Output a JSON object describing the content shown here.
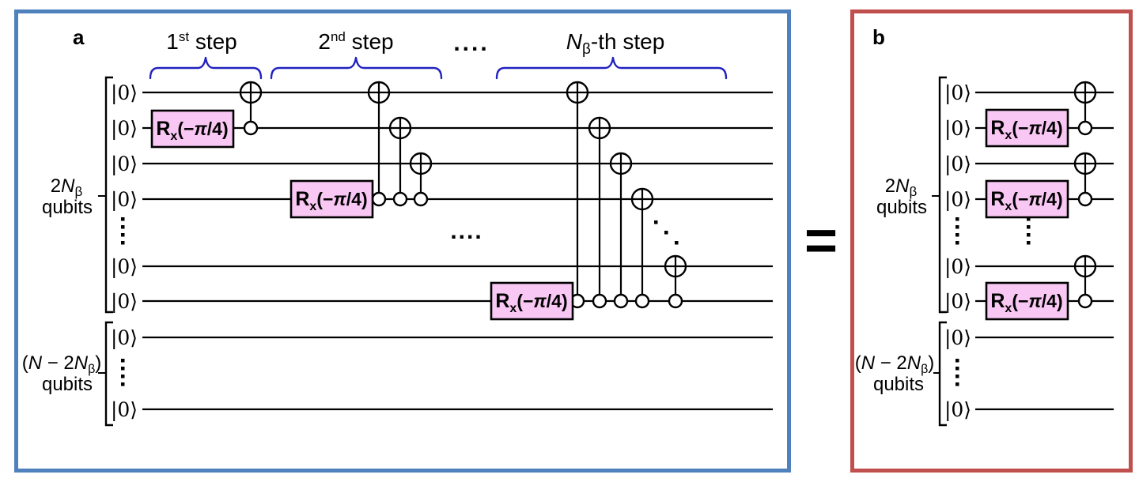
{
  "colors": {
    "panel_a_border": "#4f81bd",
    "panel_b_border": "#c0504d",
    "annotation_blue": "#2222c0",
    "gate_fill": "#f9c7f3"
  },
  "panel_a": {
    "label": "a",
    "steps": {
      "s1": {
        "num": "1",
        "sup": "st",
        "rest": " step"
      },
      "s2": {
        "num": "2",
        "sup": "nd",
        "rest": " step"
      },
      "ellipsis": "....",
      "sN": {
        "n": "N",
        "sub": "β",
        "rest": "-th step"
      }
    },
    "circuit_ellipsis": "...."
  },
  "panel_b": {
    "label": "b"
  },
  "equals": "=",
  "ket": "|0⟩",
  "gate": {
    "r": "R",
    "sub": "x",
    "open": "(−",
    "pi": "π",
    "close": "/4)"
  },
  "qubit_groups": {
    "top": {
      "pre": "2",
      "n": "N",
      "sub": "β",
      "line2": "qubits"
    },
    "bottom": {
      "open": "(",
      "n1": "N",
      "mid": " − 2",
      "n2": "N",
      "sub": "β",
      "close": ")",
      "line2": "qubits"
    }
  }
}
